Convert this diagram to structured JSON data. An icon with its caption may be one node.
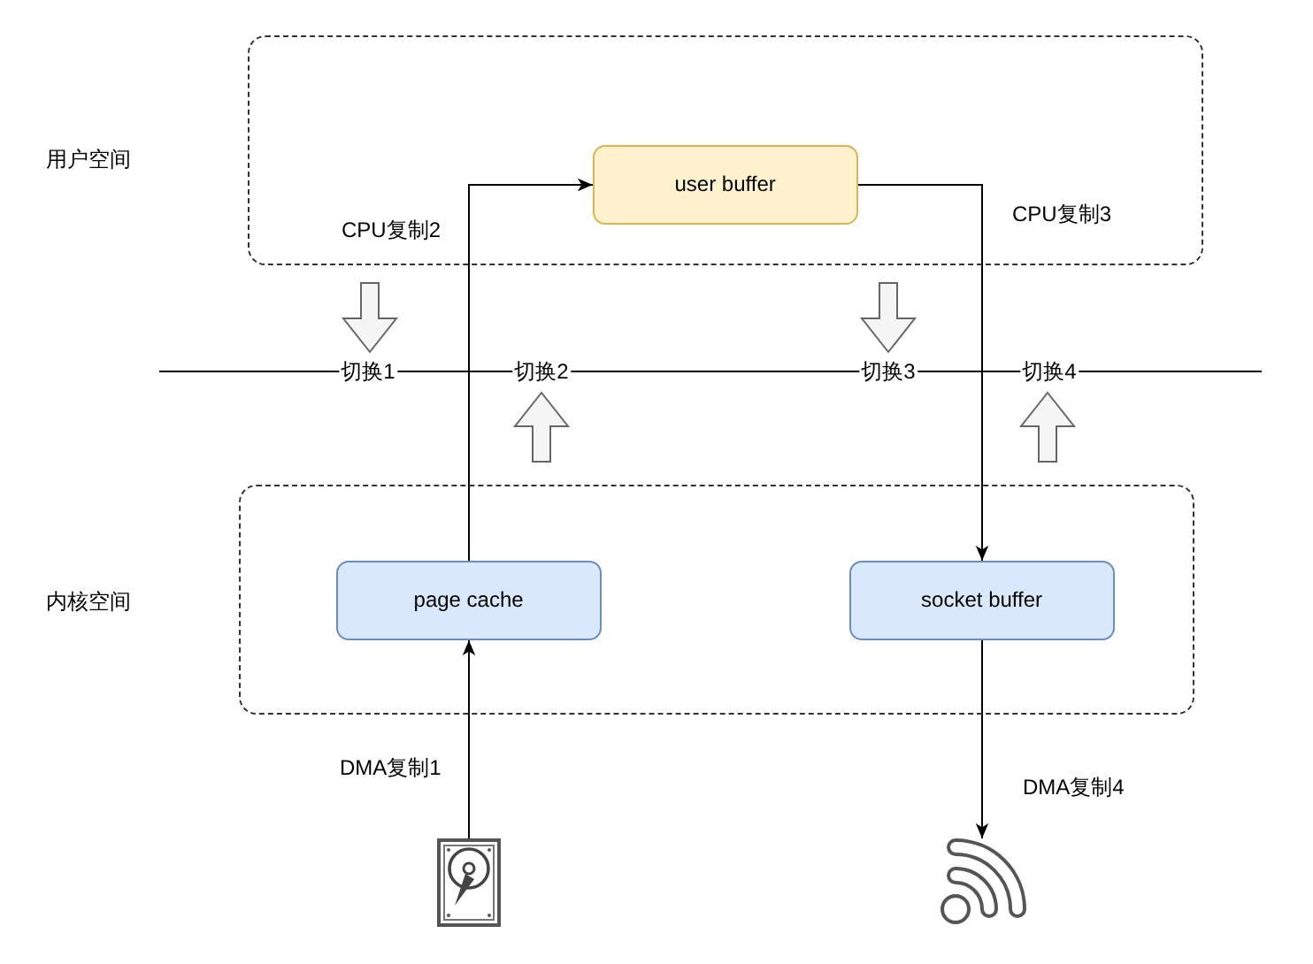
{
  "diagram": {
    "nodes": [
      {
        "text": [],
        "shape": "box"
      },
      {
        "text": [
          "user buffer"
        ],
        "in": 0
      },
      {
        "text": [],
        "shape": "box"
      },
      {
        "text": [
          "page cache"
        ],
        "in": 2
      },
      {
        "text": [
          "socket buffer"
        ],
        "in": 2
      },
      {
        "text": [],
        "shape": "picture"
      },
      {
        "text": [],
        "shape": "picture"
      }
    ],
    "edges": [
      {
        "from": 5,
        "to": 3,
        "arrow": "to",
        "label": "DMA复制1"
      },
      {
        "from": 3,
        "to": 1,
        "arrow": "to",
        "label": "CPU复制2"
      },
      {
        "from": 1,
        "to": 4,
        "arrow": "to",
        "label": "CPU复制3"
      },
      {
        "from": 4,
        "to": 6,
        "arrow": "to",
        "label": "DMA复制4"
      }
    ],
    "labels": [
      "用户空间",
      "切换1",
      "切换2",
      "切换3",
      "切换4",
      "内核空间"
    ]
  }
}
